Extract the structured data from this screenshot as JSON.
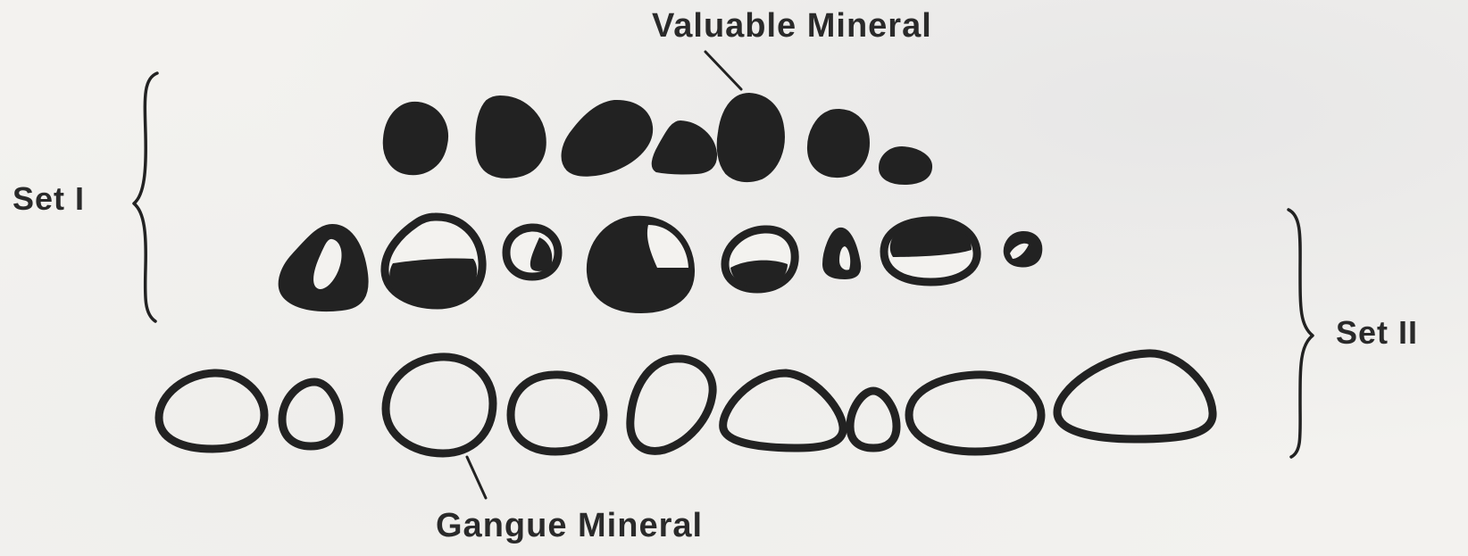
{
  "labels": {
    "valuable": "Valuable Mineral",
    "gangue": "Gangue Mineral",
    "set1": "Set I",
    "set2": "Set II"
  },
  "icons": {
    "valuable_particle": "solid-black-blob",
    "locked_particle": "partly-filled-outlined-blob",
    "gangue_particle": "empty-outlined-blob"
  },
  "colors": {
    "ink": "#222222",
    "paper": "#f3f2ef"
  }
}
